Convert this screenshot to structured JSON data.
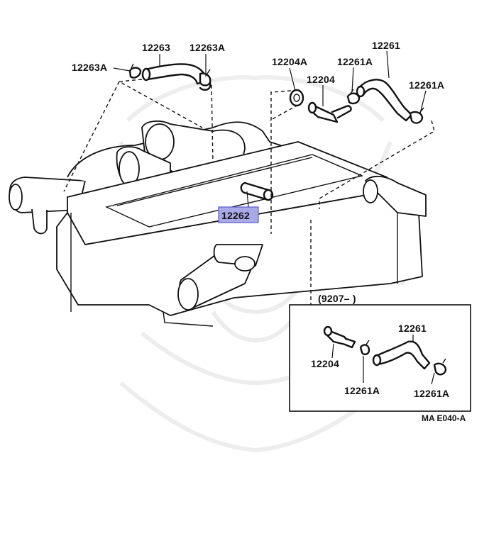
{
  "callouts": {
    "c_12263": "12263",
    "c_12263a_left": "12263A",
    "c_12263a_right": "12263A",
    "c_12204a": "12204A",
    "c_12204": "12204",
    "c_12261a_top": "12261A",
    "c_12261": "12261",
    "c_12261a_right": "12261A",
    "c_12262": "12262"
  },
  "inset": {
    "date_range": "(9207–        )",
    "c_12261": "12261",
    "c_12204": "12204",
    "c_12261a_left": "12261A",
    "c_12261a_right": "12261A"
  },
  "figure_code": "MA E040-A",
  "colors": {
    "highlight_fill": "#a9a9e8",
    "highlight_stroke": "#5a5ad0",
    "line": "#111111",
    "watermark": "#ececec"
  },
  "icons": {
    "watermark": "samurai-helmet-watermark"
  }
}
